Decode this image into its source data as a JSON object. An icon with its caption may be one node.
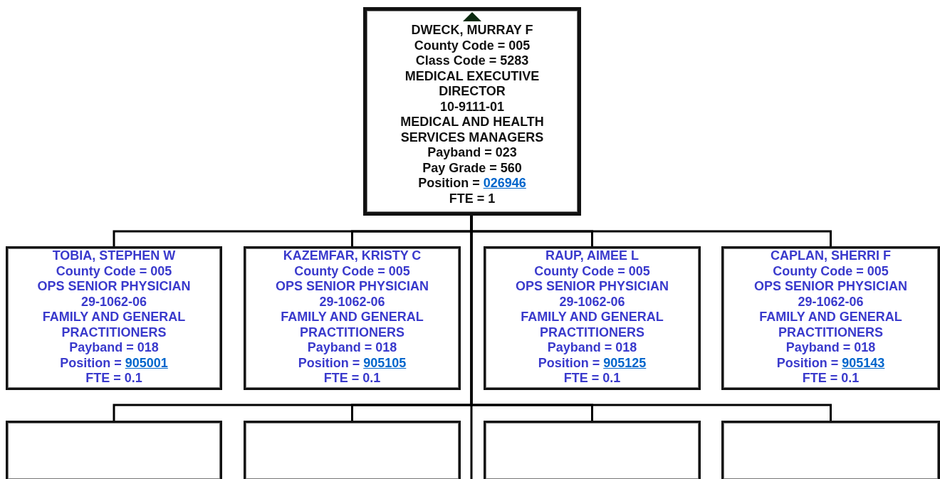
{
  "diagram": {
    "nodes": [
      {
        "text": [
          "DWECK, MURRAY F",
          "County Code = 005",
          "Class Code = 5283",
          "MEDICAL EXECUTIVE DIRECTOR",
          "10-9111-01",
          "MEDICAL AND HEALTH SERVICES MANAGERS",
          "Payband = 023",
          "Pay Grade = 560",
          "Position = 026946",
          "FTE = 1"
        ]
      },
      {
        "text": [
          "TOBIA, STEPHEN W",
          "County Code = 005",
          "OPS SENIOR PHYSICIAN",
          "29-1062-06",
          "FAMILY AND GENERAL PRACTITIONERS",
          "Payband = 018",
          "Position = 905001",
          "FTE = 0.1"
        ]
      },
      {
        "text": [
          "KAZEMFAR, KRISTY C",
          "County Code = 005",
          "OPS SENIOR PHYSICIAN",
          "29-1062-06",
          "FAMILY AND GENERAL PRACTITIONERS",
          "Payband = 018",
          "Position = 905105",
          "FTE = 0.1"
        ]
      },
      {
        "text": [
          "RAUP, AIMEE L",
          "County Code = 005",
          "OPS SENIOR PHYSICIAN",
          "29-1062-06",
          "FAMILY AND GENERAL PRACTITIONERS",
          "Payband = 018",
          "Position = 905125",
          "FTE = 0.1"
        ]
      },
      {
        "text": [
          "CAPLAN, SHERRI F",
          "County Code = 005",
          "OPS SENIOR PHYSICIAN",
          "29-1062-06",
          "FAMILY AND GENERAL PRACTITIONERS",
          "Payband = 018",
          "Position = 905143",
          "FTE = 0.1"
        ]
      },
      {
        "text": [],
        "shape": "box"
      },
      {
        "text": [],
        "shape": "box"
      },
      {
        "text": [],
        "shape": "box"
      },
      {
        "text": [],
        "shape": "box"
      }
    ],
    "edges": [
      {
        "from": 0,
        "to": 1,
        "arrow": "none"
      },
      {
        "from": 0,
        "to": 2,
        "arrow": "none"
      },
      {
        "from": 0,
        "to": 3,
        "arrow": "none"
      },
      {
        "from": 0,
        "to": 4,
        "arrow": "none"
      },
      {
        "from": 0,
        "to": 5,
        "arrow": "none"
      },
      {
        "from": 0,
        "to": 6,
        "arrow": "none"
      },
      {
        "from": 0,
        "to": 7,
        "arrow": "none"
      },
      {
        "from": 0,
        "to": 8,
        "arrow": "none"
      }
    ]
  }
}
